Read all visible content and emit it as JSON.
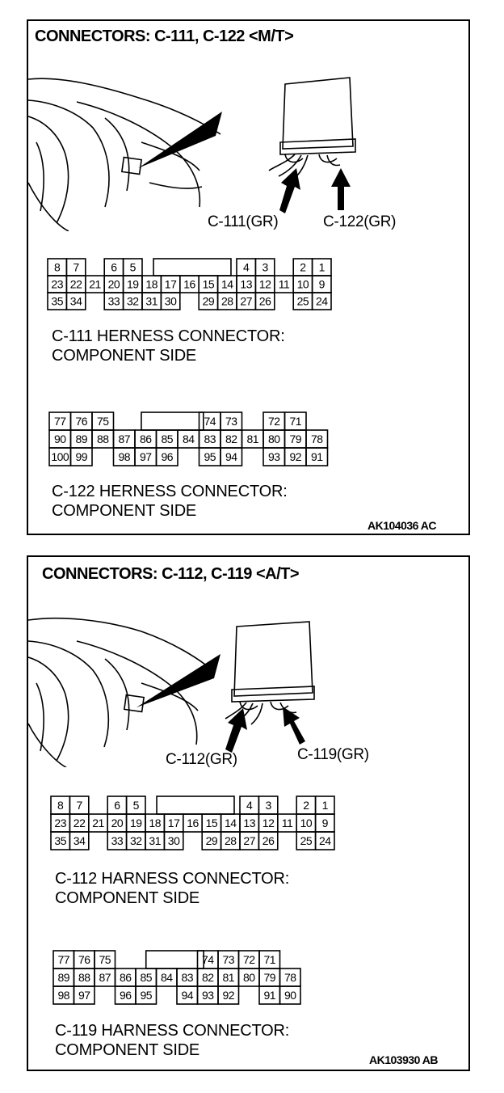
{
  "panels": [
    {
      "title": "CONNECTORS: C-111, C-122 <M/T>",
      "arrow_labels": [
        "C-111(GR)",
        "C-122(GR)"
      ],
      "code": "AK104036 AC",
      "connectors": [
        {
          "caption_line1": "C-111 HERNESS CONNECTOR:",
          "caption_line2": "COMPONENT SIDE",
          "rows": [
            [
              "8",
              "7",
              "",
              "6",
              "5",
              "",
              "",
              "",
              "",
              "",
              "4",
              "3",
              "",
              "2",
              "1"
            ],
            [
              "23",
              "22",
              "21",
              "20",
              "19",
              "18",
              "17",
              "16",
              "15",
              "14",
              "13",
              "12",
              "11",
              "10",
              "9"
            ],
            [
              "35",
              "34",
              "",
              "33",
              "32",
              "31",
              "30",
              "",
              "29",
              "28",
              "27",
              "26",
              "",
              "25",
              "24"
            ]
          ]
        },
        {
          "caption_line1": "C-122 HERNESS CONNECTOR:",
          "caption_line2": "COMPONENT SIDE",
          "rows": [
            [
              "77",
              "76",
              "75",
              "",
              "",
              "",
              "",
              "74",
              "73",
              "",
              "72",
              "71"
            ],
            [
              "90",
              "89",
              "88",
              "87",
              "86",
              "85",
              "84",
              "83",
              "82",
              "81",
              "80",
              "79",
              "78"
            ],
            [
              "100",
              "99",
              "",
              "98",
              "97",
              "96",
              "",
              "95",
              "94",
              "",
              "93",
              "92",
              "91"
            ]
          ]
        }
      ]
    },
    {
      "title": "CONNECTORS: C-112, C-119 <A/T>",
      "arrow_labels": [
        "C-112(GR)",
        "C-119(GR)"
      ],
      "code": "AK103930 AB",
      "connectors": [
        {
          "caption_line1": "C-112 HARNESS CONNECTOR:",
          "caption_line2": "COMPONENT SIDE",
          "rows": [
            [
              "8",
              "7",
              "",
              "6",
              "5",
              "",
              "",
              "",
              "",
              "",
              "4",
              "3",
              "",
              "2",
              "1"
            ],
            [
              "23",
              "22",
              "21",
              "20",
              "19",
              "18",
              "17",
              "16",
              "15",
              "14",
              "13",
              "12",
              "11",
              "10",
              "9"
            ],
            [
              "35",
              "34",
              "",
              "33",
              "32",
              "31",
              "30",
              "",
              "29",
              "28",
              "27",
              "26",
              "",
              "25",
              "24"
            ]
          ]
        },
        {
          "caption_line1": "C-119 HARNESS CONNECTOR:",
          "caption_line2": "COMPONENT SIDE",
          "rows": [
            [
              "77",
              "76",
              "75",
              "",
              "",
              "",
              "",
              "74",
              "73",
              "72",
              "71"
            ],
            [
              "89",
              "88",
              "87",
              "86",
              "85",
              "84",
              "83",
              "82",
              "81",
              "80",
              "79",
              "78"
            ],
            [
              "98",
              "97",
              "",
              "96",
              "95",
              "",
              "94",
              "93",
              "92",
              "",
              "91",
              "90"
            ]
          ]
        }
      ]
    }
  ],
  "colors": {
    "line": "#000000",
    "background": "#ffffff"
  },
  "icons": [
    "dashboard-illustration-icon",
    "ecu-unit-icon",
    "callout-pointer-icon"
  ]
}
